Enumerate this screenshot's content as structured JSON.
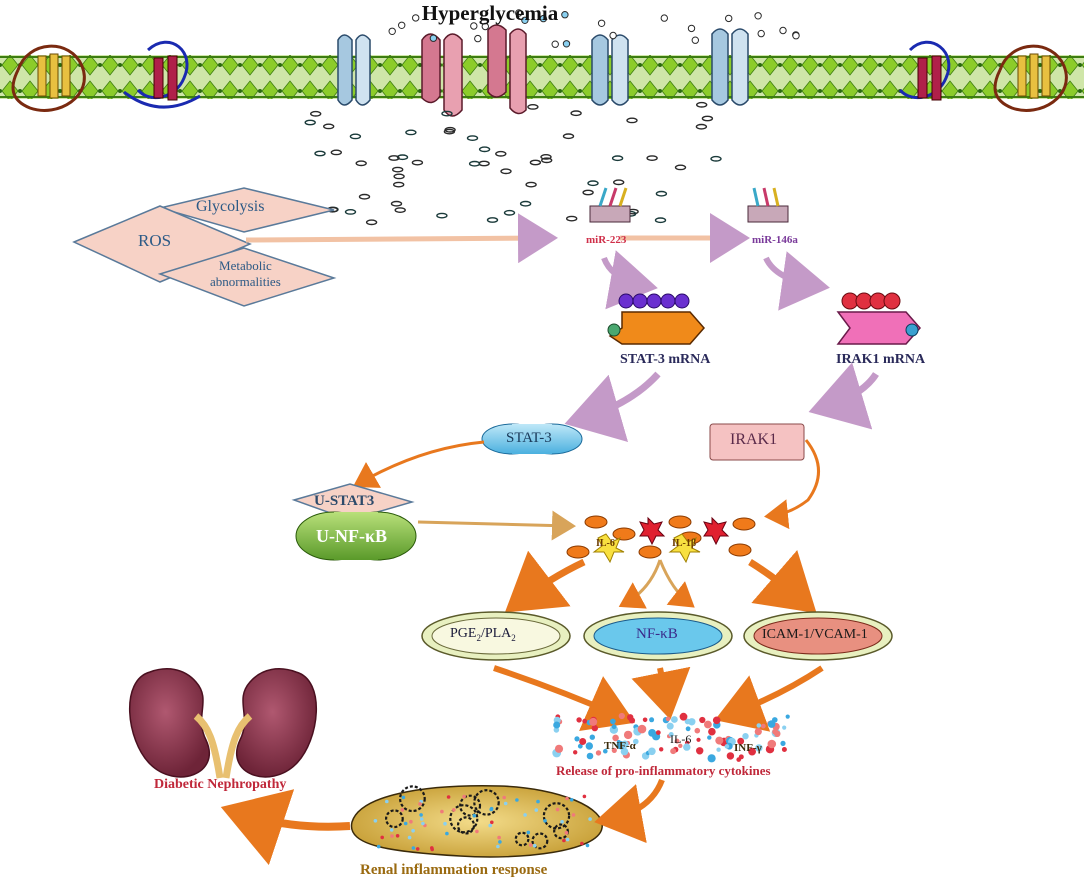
{
  "title": "Hyperglycemia",
  "sources": {
    "glycolysis": "Glycolysis",
    "ros": "ROS",
    "metabolic": [
      "Metabolic",
      "abnormalities"
    ]
  },
  "mirnas": {
    "mir223": "miR-223",
    "mir146a": "miR-146a"
  },
  "mrna": {
    "stat3": "STAT-3 mRNA",
    "irak1": "IRAK1 mRNA"
  },
  "proteins": {
    "stat3": "STAT-3",
    "irak1": "IRAK1",
    "ustat3": "U-STAT3",
    "unfkb": "U-NF-κB"
  },
  "cytokines_mid": {
    "il6": "IL-6",
    "il1b": "IL-1β"
  },
  "pathways": {
    "pge2": [
      "PGE",
      "2",
      "/PLA",
      "2"
    ],
    "nfkb": "NF-κB",
    "icam": "ICAM-1/VCAM-1"
  },
  "cytokines_release": {
    "tnf": "TNF-α",
    "il6": "IL-6",
    "inf": "INF-γ",
    "caption": "Release of pro-inflammatory cytokines"
  },
  "outcomes": {
    "dn": "Diabetic Nephropathy",
    "renal": "Renal inflammation response"
  },
  "colors": {
    "membrane": "#7ec820",
    "arrow_orange": "#e8781e",
    "arrow_lilac": "#c8a8cc",
    "label_pink": "#d0304a",
    "label_purple": "#7a3a9a",
    "label_blue": "#2c5a86"
  }
}
